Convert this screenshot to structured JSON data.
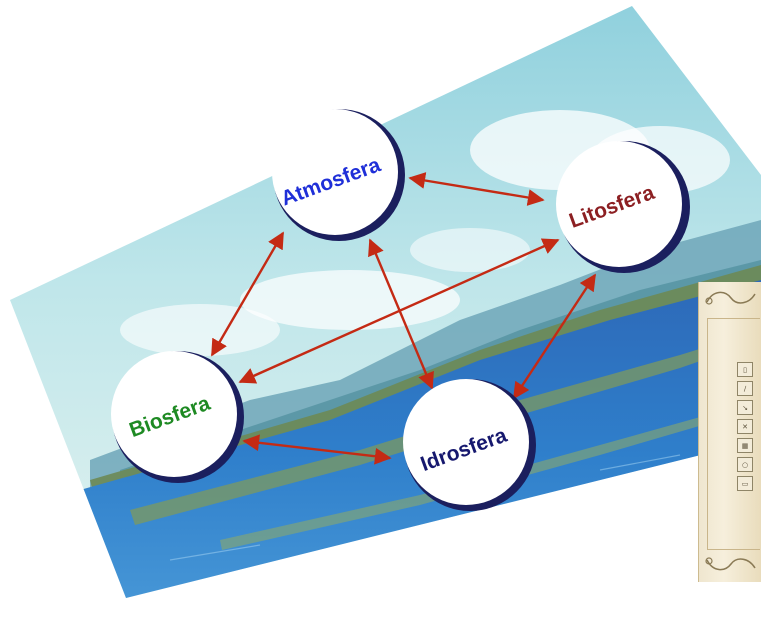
{
  "diagram": {
    "nodes": [
      {
        "id": "atmosfera",
        "label": "Atmosfera",
        "color": "#1f2fd8"
      },
      {
        "id": "litosfera",
        "label": "Litosfera",
        "color": "#8c1f22"
      },
      {
        "id": "biosfera",
        "label": "Biosfera",
        "color": "#1e8a23"
      },
      {
        "id": "idrosfera",
        "label": "Idrosfera",
        "color": "#16186e"
      }
    ],
    "edges": [
      {
        "from": "atmosfera",
        "to": "litosfera",
        "bidirectional": true
      },
      {
        "from": "atmosfera",
        "to": "biosfera",
        "bidirectional": true
      },
      {
        "from": "atmosfera",
        "to": "idrosfera",
        "bidirectional": true
      },
      {
        "from": "litosfera",
        "to": "biosfera",
        "bidirectional": true
      },
      {
        "from": "litosfera",
        "to": "idrosfera",
        "bidirectional": true
      },
      {
        "from": "biosfera",
        "to": "idrosfera",
        "bidirectional": true
      }
    ],
    "arrow_color": "#c42a14",
    "background": "lake landscape photo with sky, mountains and water"
  },
  "side_panel": {
    "buttons": [
      {
        "icon": "page-icon",
        "glyph": "▯"
      },
      {
        "icon": "link-icon",
        "glyph": "∕"
      },
      {
        "icon": "next-icon",
        "glyph": "↘"
      },
      {
        "icon": "close-icon",
        "glyph": "✕"
      },
      {
        "icon": "grid-icon",
        "glyph": "▦"
      },
      {
        "icon": "search-icon",
        "glyph": "○"
      },
      {
        "icon": "print-icon",
        "glyph": "▭"
      }
    ]
  }
}
